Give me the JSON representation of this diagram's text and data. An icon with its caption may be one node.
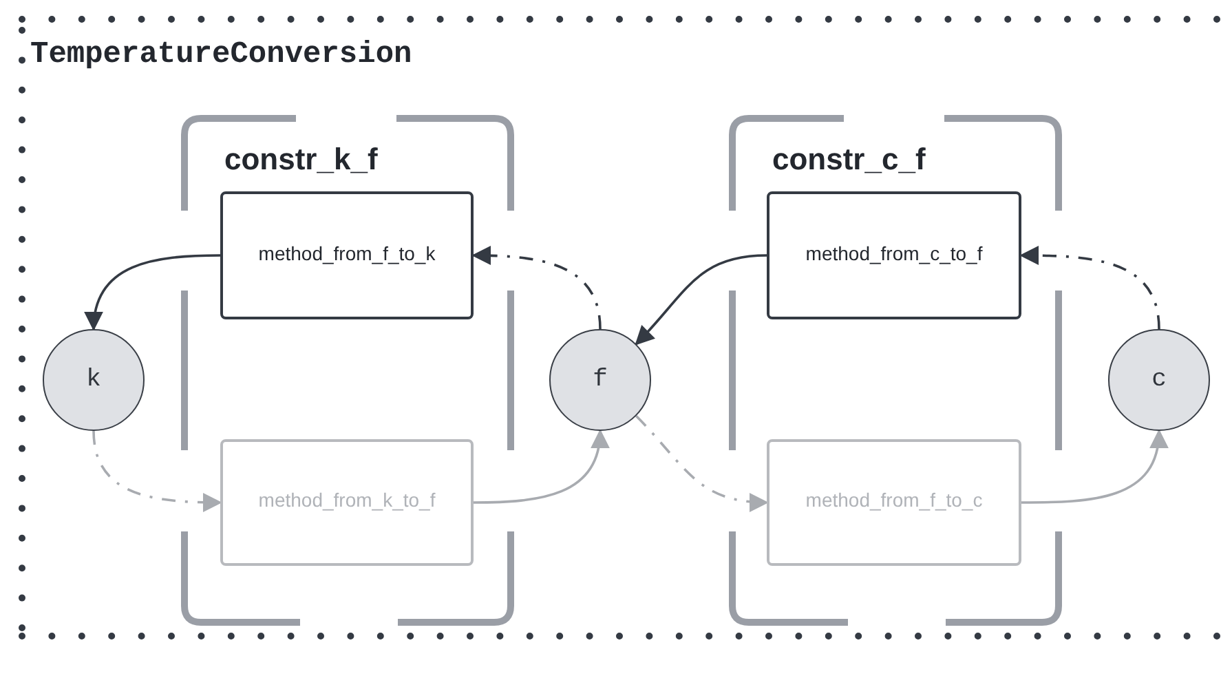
{
  "diagram": {
    "title": "TemperatureConversion",
    "nodes": [
      {
        "text": [],
        "shape": "box"
      },
      {
        "text": [
          "constr_k_f"
        ],
        "in": 0
      },
      {
        "text": [
          "method_from_f_to_k"
        ],
        "in": 1
      },
      {
        "text": [
          "method_from_k_to_f"
        ],
        "in": 1
      },
      {
        "text": [
          "k"
        ],
        "in": 0
      },
      {
        "text": [
          "f"
        ],
        "in": 0
      },
      {
        "text": [
          "constr_c_f"
        ],
        "in": 0
      },
      {
        "text": [
          "method_from_c_to_f"
        ],
        "in": 6
      },
      {
        "text": [
          "method_from_f_to_c"
        ],
        "in": 6
      },
      {
        "text": [
          "c"
        ],
        "in": 0
      }
    ],
    "edges": [
      {
        "from": 2,
        "to": 4,
        "arrow": "to"
      },
      {
        "from": 5,
        "to": 2,
        "arrow": "to",
        "style": "dashed"
      },
      {
        "from": 4,
        "to": 3,
        "arrow": "to",
        "style": "dashed",
        "color": "#a8abb0"
      },
      {
        "from": 3,
        "to": 5,
        "arrow": "to",
        "color": "#a8abb0"
      },
      {
        "from": 7,
        "to": 5,
        "arrow": "to"
      },
      {
        "from": 9,
        "to": 7,
        "arrow": "to",
        "style": "dashed"
      },
      {
        "from": 5,
        "to": 8,
        "arrow": "to",
        "style": "dashed",
        "color": "#a8abb0"
      },
      {
        "from": 8,
        "to": 9,
        "arrow": "to",
        "color": "#a8abb0"
      }
    ]
  }
}
